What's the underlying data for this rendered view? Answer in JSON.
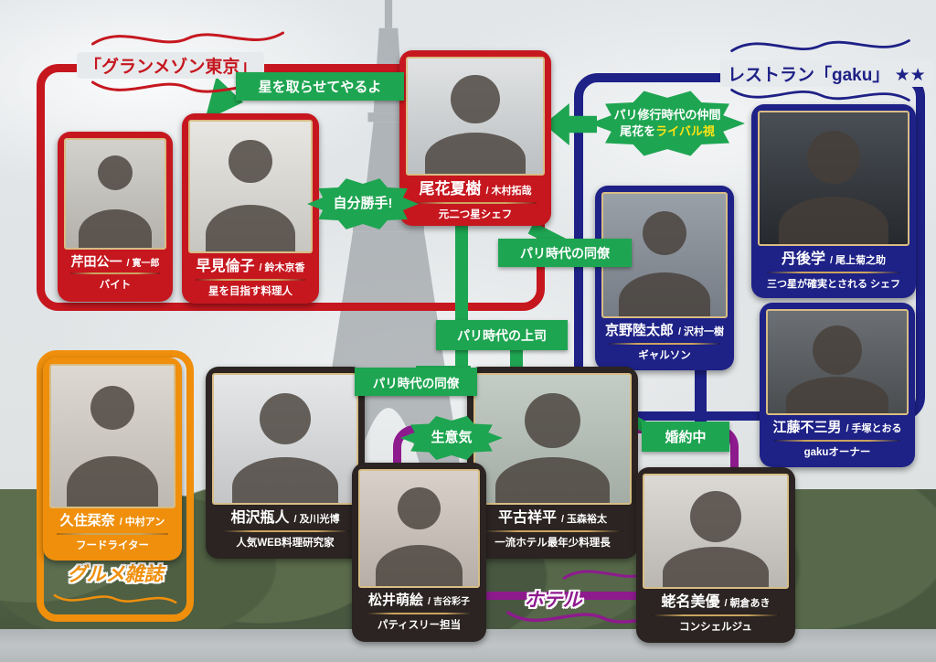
{
  "groups": {
    "grandmaison": {
      "title": "「グランメゾン東京」",
      "color": "#c6171f"
    },
    "gaku": {
      "title": "レストラン「gaku」 ★★",
      "color": "#1e2186"
    },
    "gourmet": {
      "title": "グルメ雑誌",
      "color": "#ef8f0c"
    },
    "hotel": {
      "title": "ホテル",
      "color": "#8e1b8e"
    }
  },
  "characters": {
    "obana": {
      "name": "尾花夏樹",
      "actor": "木村拓哉",
      "role": "元二つ星シェフ"
    },
    "serita": {
      "name": "芹田公一",
      "actor": "寛一郎",
      "role": "バイト"
    },
    "hayami": {
      "name": "早見倫子",
      "actor": "鈴木京香",
      "role": "星を目指す料理人"
    },
    "tango": {
      "name": "丹後学",
      "actor": "尾上菊之助",
      "role": "三つ星が確実とされる シェフ"
    },
    "kyono": {
      "name": "京野陸太郎",
      "actor": "沢村一樹",
      "role": "ギャルソン"
    },
    "eto": {
      "name": "江藤不三男",
      "actor": "手塚とおる",
      "role": "gakuオーナー"
    },
    "kusumi": {
      "name": "久住栞奈",
      "actor": "中村アン",
      "role": "フードライター"
    },
    "aizawa": {
      "name": "相沢瓶人",
      "actor": "及川光博",
      "role": "人気WEB料理研究家"
    },
    "hirako": {
      "name": "平古祥平",
      "actor": "玉森裕太",
      "role": "一流ホテル最年少料理長"
    },
    "matsui": {
      "name": "松井萌絵",
      "actor": "吉谷彩子",
      "role": "パティスリー担当"
    },
    "ebina": {
      "name": "蛯名美優",
      "actor": "朝倉あき",
      "role": "コンシェルジュ"
    }
  },
  "relations": {
    "give_star": "星を取らせてやるよ",
    "rival_line1": "パリ修行時代の仲間",
    "rival_line2_prefix": "尾花を",
    "rival_line2_highlight": "ライバル視",
    "selfish": "自分勝手!",
    "paris_colleague_1": "パリ時代の同僚",
    "paris_boss": "パリ時代の上司",
    "paris_colleague_2": "パリ時代の同僚",
    "cheeky": "生意気",
    "engaged": "婚約中"
  },
  "colors": {
    "green_connector": "#1ea551",
    "highlight_yellow": "#ffe414",
    "gold_divider": "#cba45f",
    "dark_card": "#2b2422"
  },
  "ui": {
    "slash": "/"
  }
}
